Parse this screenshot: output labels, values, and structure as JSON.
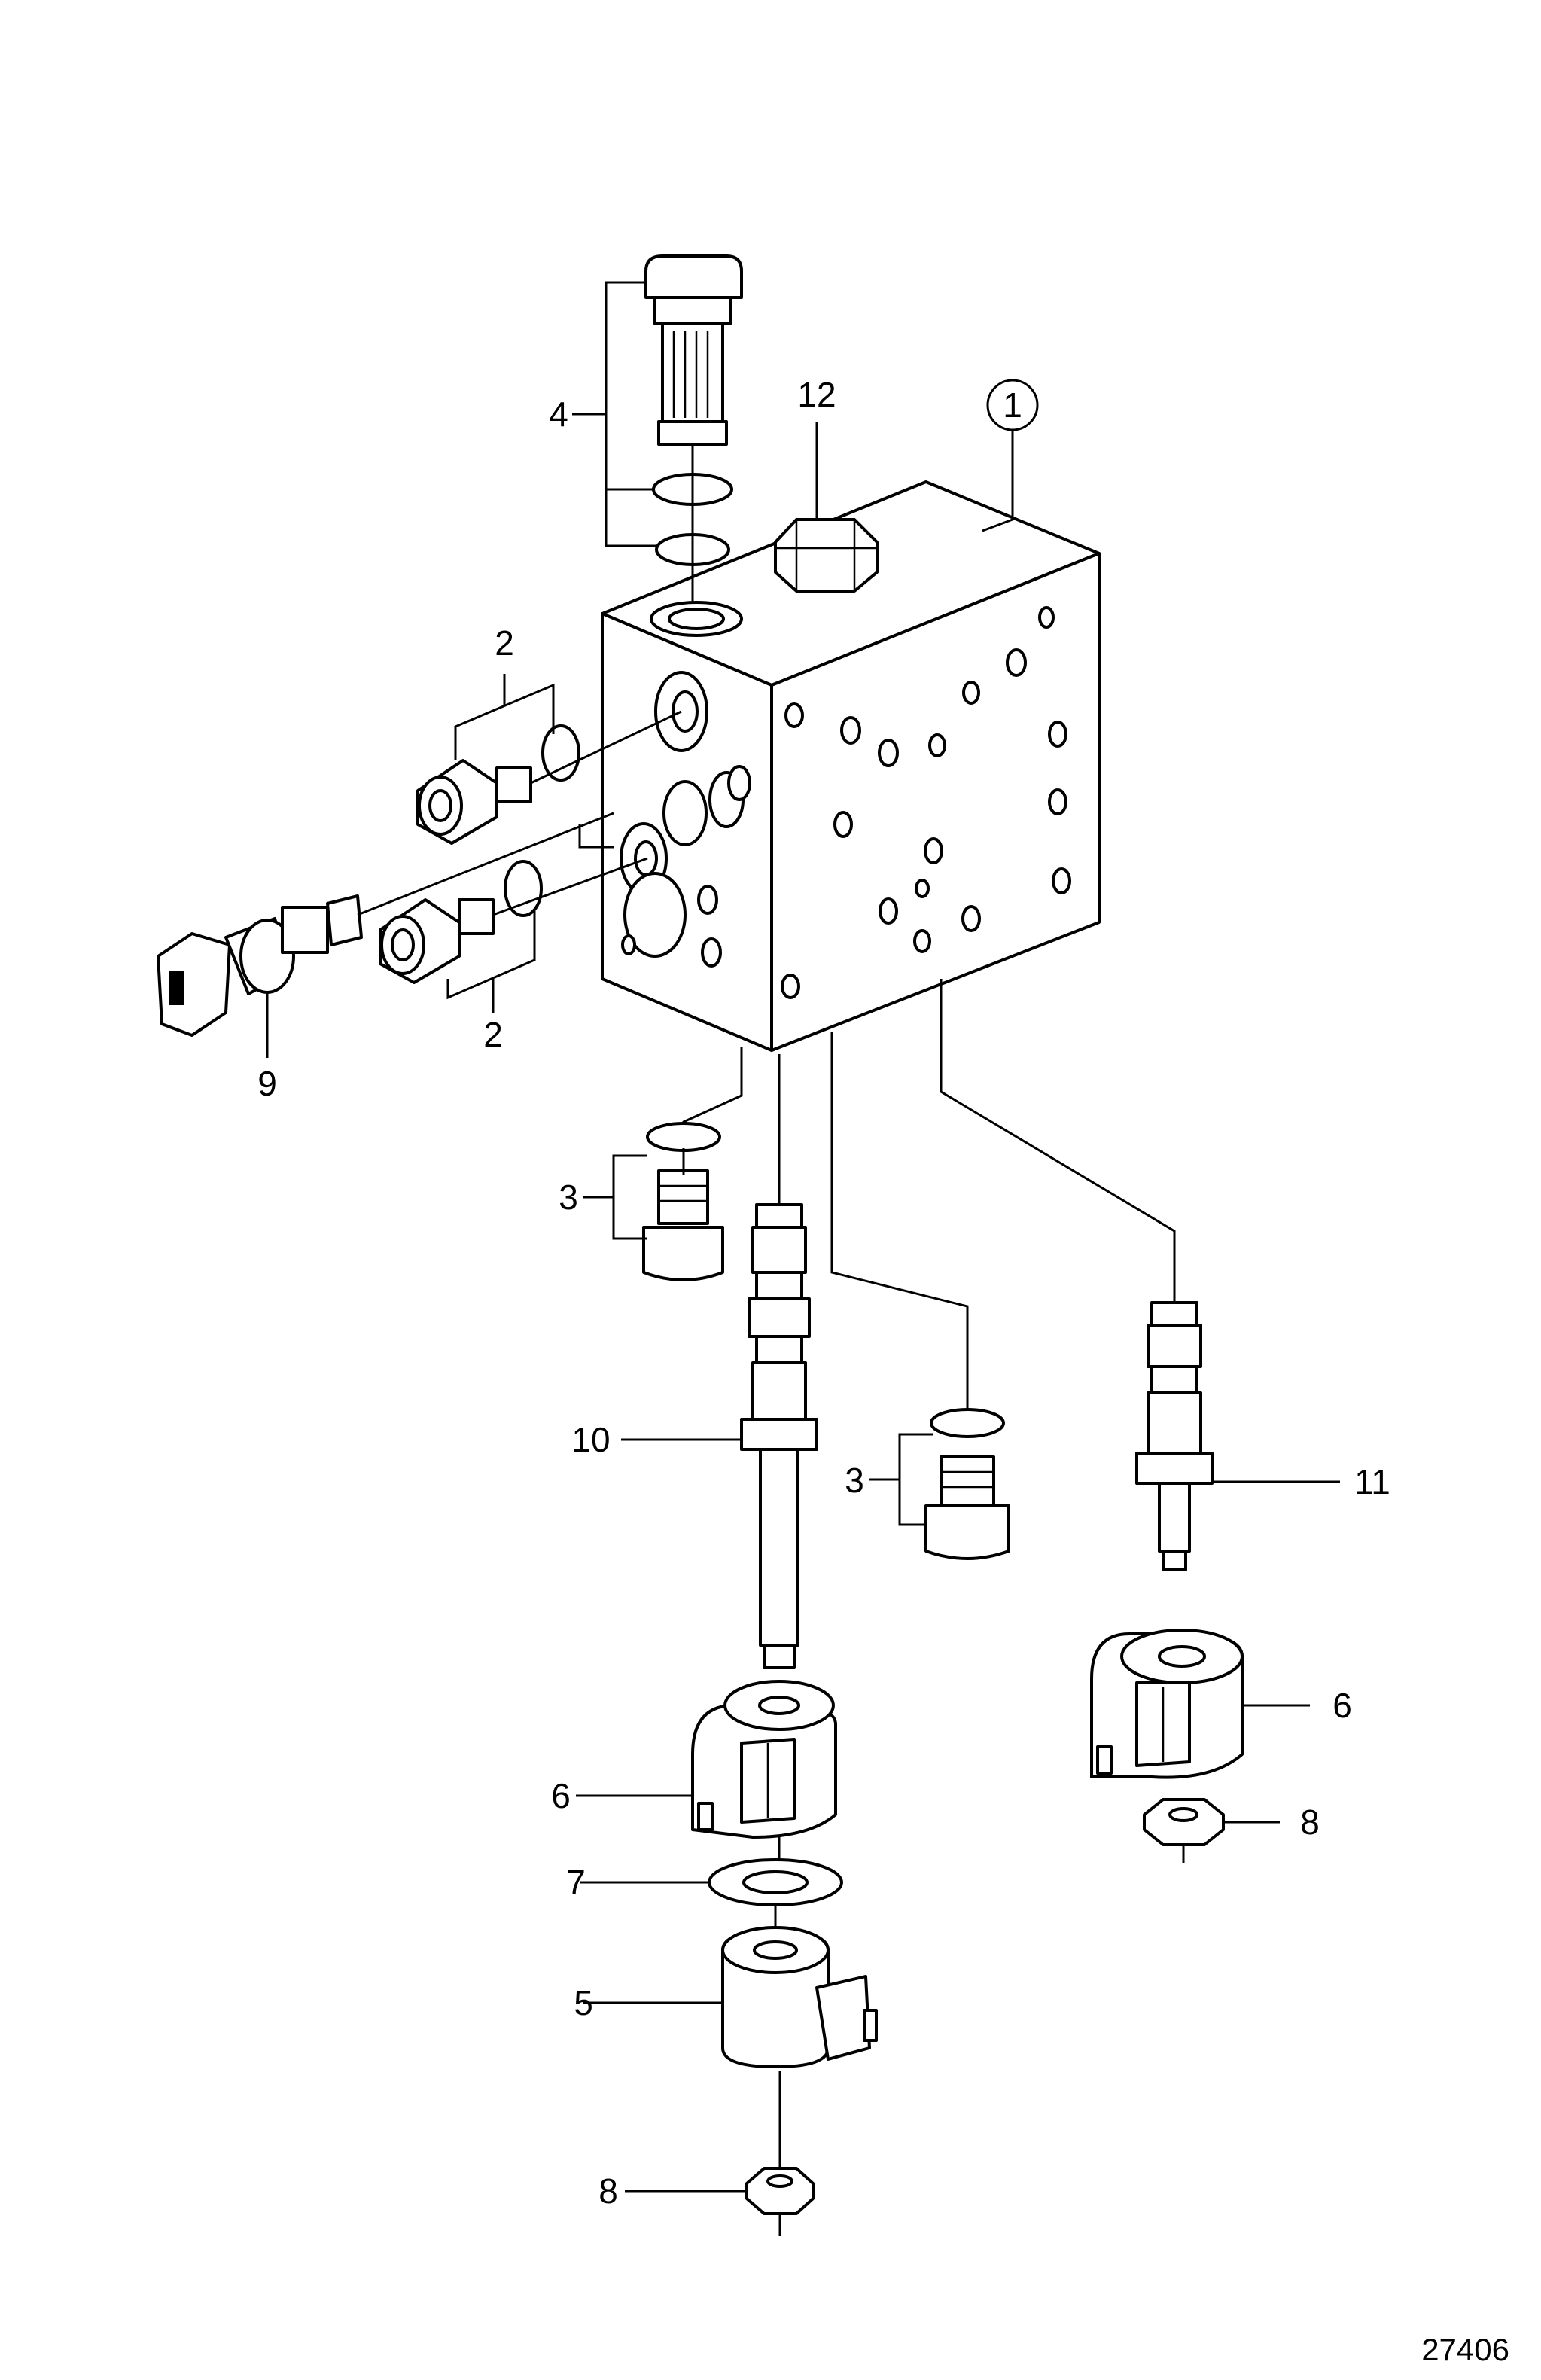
{
  "callouts": {
    "c1": "1",
    "c2_top": "2",
    "c2_bottom": "2",
    "c3_left": "3",
    "c3_mid": "3",
    "c4": "4",
    "c5": "5",
    "c6_left": "6",
    "c6_right": "6",
    "c7": "7",
    "c8_left": "8",
    "c8_right": "8",
    "c9": "9",
    "c10": "10",
    "c11": "11",
    "c12": "12"
  },
  "figure_number": "27406"
}
